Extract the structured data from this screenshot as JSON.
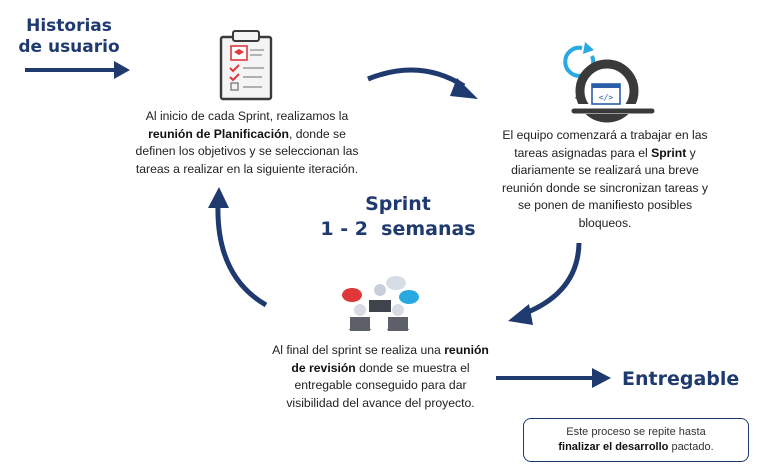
{
  "user_stories": {
    "line1": "Historias",
    "line2": "de usuario"
  },
  "planning": {
    "pre": "Al inicio de cada Sprint, realizamos la ",
    "bold": "reunión de Planificación",
    "post": ", donde se definen los objetivos y se seleccionan las tareas a realizar en la siguiente iteración."
  },
  "daily": {
    "pre": "El equipo comenzará a trabajar en las tareas asignadas para el ",
    "bold": "Sprint",
    "post": "  y diariamente se realizará una breve reunión donde se sincronizan tareas y se ponen de manifiesto posibles bloqueos."
  },
  "review": {
    "pre": "Al final del sprint se realiza una ",
    "bold": "reunión de revisión",
    "post": " donde se muestra el entregable conseguido para dar visibilidad del avance del proyecto."
  },
  "sprint": {
    "title": "Sprint",
    "duration": "1 - 2  semanas"
  },
  "deliverable": "Entregable",
  "note": {
    "pre": "Este proceso se repite hasta",
    "bold": "finalizar el desarrollo",
    "post": " pactado."
  },
  "colors": {
    "navy": "#1f3a6e",
    "accent_red": "#e0373b",
    "cyan": "#29a9e1"
  },
  "icons": [
    "clipboard-checklist-icon",
    "cycle-code-icon",
    "meeting-people-icon"
  ]
}
